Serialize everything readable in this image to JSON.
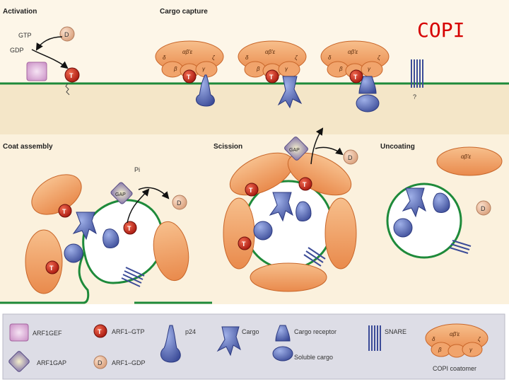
{
  "overlay_title": "COPI",
  "panels": {
    "activation": "Activation",
    "cargo_capture": "Cargo capture",
    "coat_assembly": "Coat assembly",
    "scission": "Scission",
    "uncoating": "Uncoating"
  },
  "activation": {
    "gtp": "GTP",
    "gdp": "GDP",
    "d": "D",
    "t": "T"
  },
  "glyphs": {
    "t": "T",
    "d": "D",
    "pi": "Pi",
    "gap": "GAP",
    "question": "?"
  },
  "coatomer": {
    "top": "αβ'ε",
    "delta": "δ",
    "beta": "β",
    "gamma": "γ",
    "zeta": "ζ"
  },
  "legend": {
    "arf1gef": "ARF1GEF",
    "arf1gap": "ARF1GAP",
    "arf1_gtp": "ARF1–GTP",
    "arf1_gdp": "ARF1–GDP",
    "p24": "p24",
    "cargo": "Cargo",
    "cargo_receptor": "Cargo receptor",
    "soluble_cargo": "Soluble cargo",
    "snare": "SNARE",
    "copi_coatomer": "COPI coatomer"
  },
  "colors": {
    "background": "#fbf1dd",
    "membrane": "#1e8a3a",
    "coat_fill": "#f3a56a",
    "coat_stroke": "#c8662a",
    "arf_gtp": "#c8281e",
    "arf_gdp": "#e9b89a",
    "cargo": "#5a6cb8",
    "gef": "#d9a6d6",
    "gap": "#8b7fb0",
    "legend_bg": "#dddde6"
  }
}
